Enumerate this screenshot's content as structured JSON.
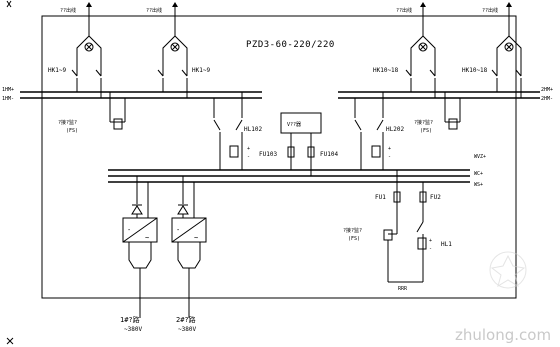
{
  "title": "PZD3-60-220/220",
  "feeders": [
    "??出线",
    "??出线",
    "??出线",
    "??出线"
  ],
  "switches": [
    "HK1~9",
    "HK1~9",
    "HK10~18",
    "HK10~18"
  ],
  "buses": {
    "left_plus": "1HM+",
    "left_minus": "1HM-",
    "right_plus": "2HM+",
    "right_minus": "2HM-",
    "vz": "WVZ+",
    "vc": "WC+",
    "vs": "WS+"
  },
  "insulation_left": "?接?监?",
  "insulation_left_code": "(FS)",
  "insulation_right": "?接?监?",
  "insulation_right_code": "(FS)",
  "monitor": "V??器",
  "lamps": [
    "HL102",
    "HL202",
    "HL1"
  ],
  "fuses": [
    "FU103",
    "FU104",
    "FU1",
    "FU2"
  ],
  "relay": "?接?监?",
  "relay_code": "(FS)",
  "bottom_label": "RRR",
  "inputs": [
    {
      "label": "1#?路",
      "voltage": "~380V"
    },
    {
      "label": "2#?路",
      "voltage": "~380V"
    }
  ],
  "watermark": "zhulong.com"
}
